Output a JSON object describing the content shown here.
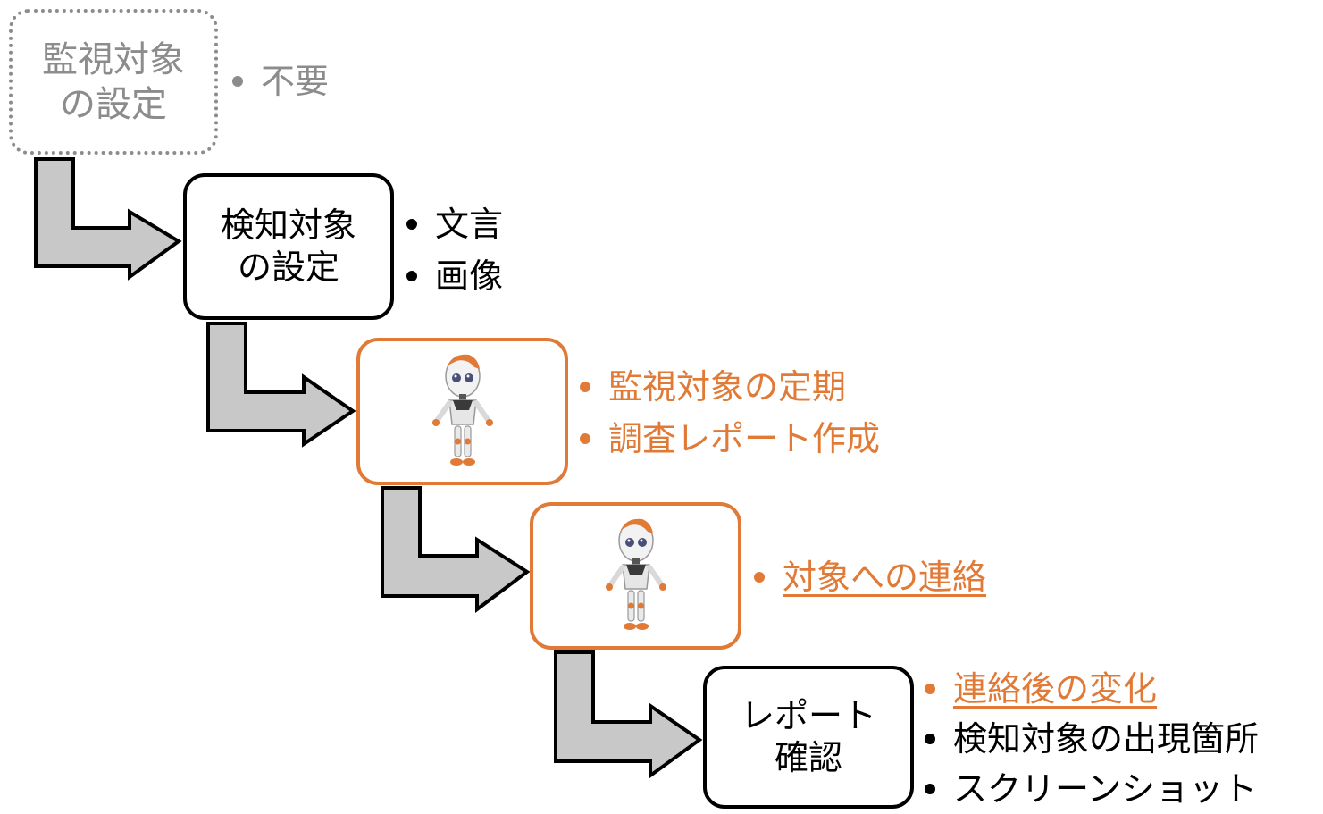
{
  "colors": {
    "accent": "#e07a36",
    "muted": "#8c8c8c",
    "text": "#000000",
    "arrow_fill": "#c8c8c8"
  },
  "steps": [
    {
      "label": "監視対象\nの設定",
      "bullets": [
        {
          "text": "不要",
          "style": "muted"
        }
      ]
    },
    {
      "label": "検知対象\nの設定",
      "bullets": [
        {
          "text": "文言",
          "style": "normal"
        },
        {
          "text": "画像",
          "style": "normal"
        }
      ]
    },
    {
      "icon": "robot-mascot-icon",
      "bullets": [
        {
          "text": "監視対象の定期",
          "style": "accent"
        },
        {
          "text": "調査レポート作成",
          "style": "accent"
        }
      ]
    },
    {
      "icon": "robot-mascot-icon",
      "bullets": [
        {
          "text": "対象への連絡",
          "style": "accent-underline"
        }
      ]
    },
    {
      "label": "レポート\n確認",
      "bullets": [
        {
          "text": "連絡後の変化",
          "style": "accent-underline"
        },
        {
          "text": "検知対象の出現箇所",
          "style": "normal"
        },
        {
          "text": "スクリーンショット",
          "style": "normal"
        }
      ]
    }
  ]
}
